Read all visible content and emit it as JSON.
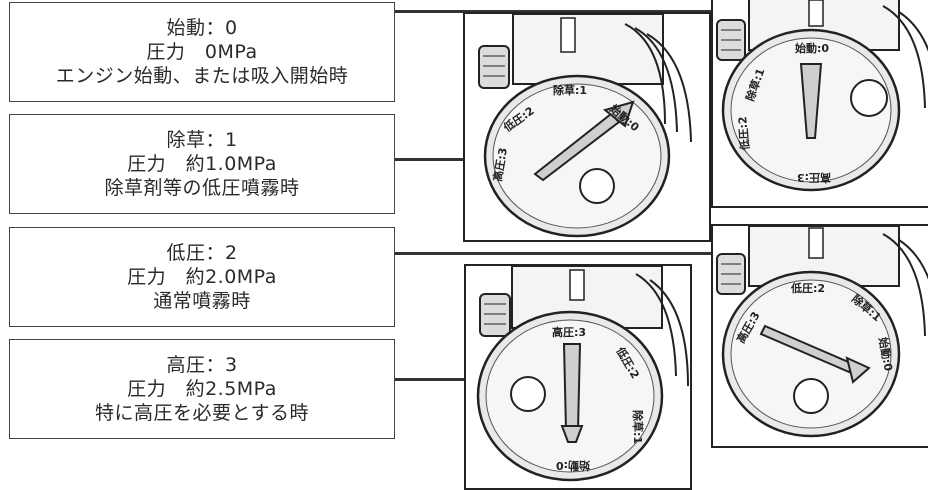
{
  "modes": [
    {
      "title": "始動：0",
      "pressure": "圧力　0MPa",
      "usage": "エンジン始動、または吸入開始時"
    },
    {
      "title": "除草：1",
      "pressure": "圧力　約1.0MPa",
      "usage": "除草剤等の低圧噴霧時"
    },
    {
      "title": "低圧：2",
      "pressure": "圧力　約2.0MPa",
      "usage": "通常噴霧時"
    },
    {
      "title": "高圧：3",
      "pressure": "圧力　約2.5MPa",
      "usage": "特に高圧を必要とする時"
    }
  ],
  "dial_labels": {
    "start": "始動:0",
    "weed": "除草:1",
    "low": "低圧:2",
    "high": "高圧:3"
  },
  "colors": {
    "line": "#333333",
    "dial_face": "#e9e9e9",
    "body": "#f4f4f4"
  }
}
